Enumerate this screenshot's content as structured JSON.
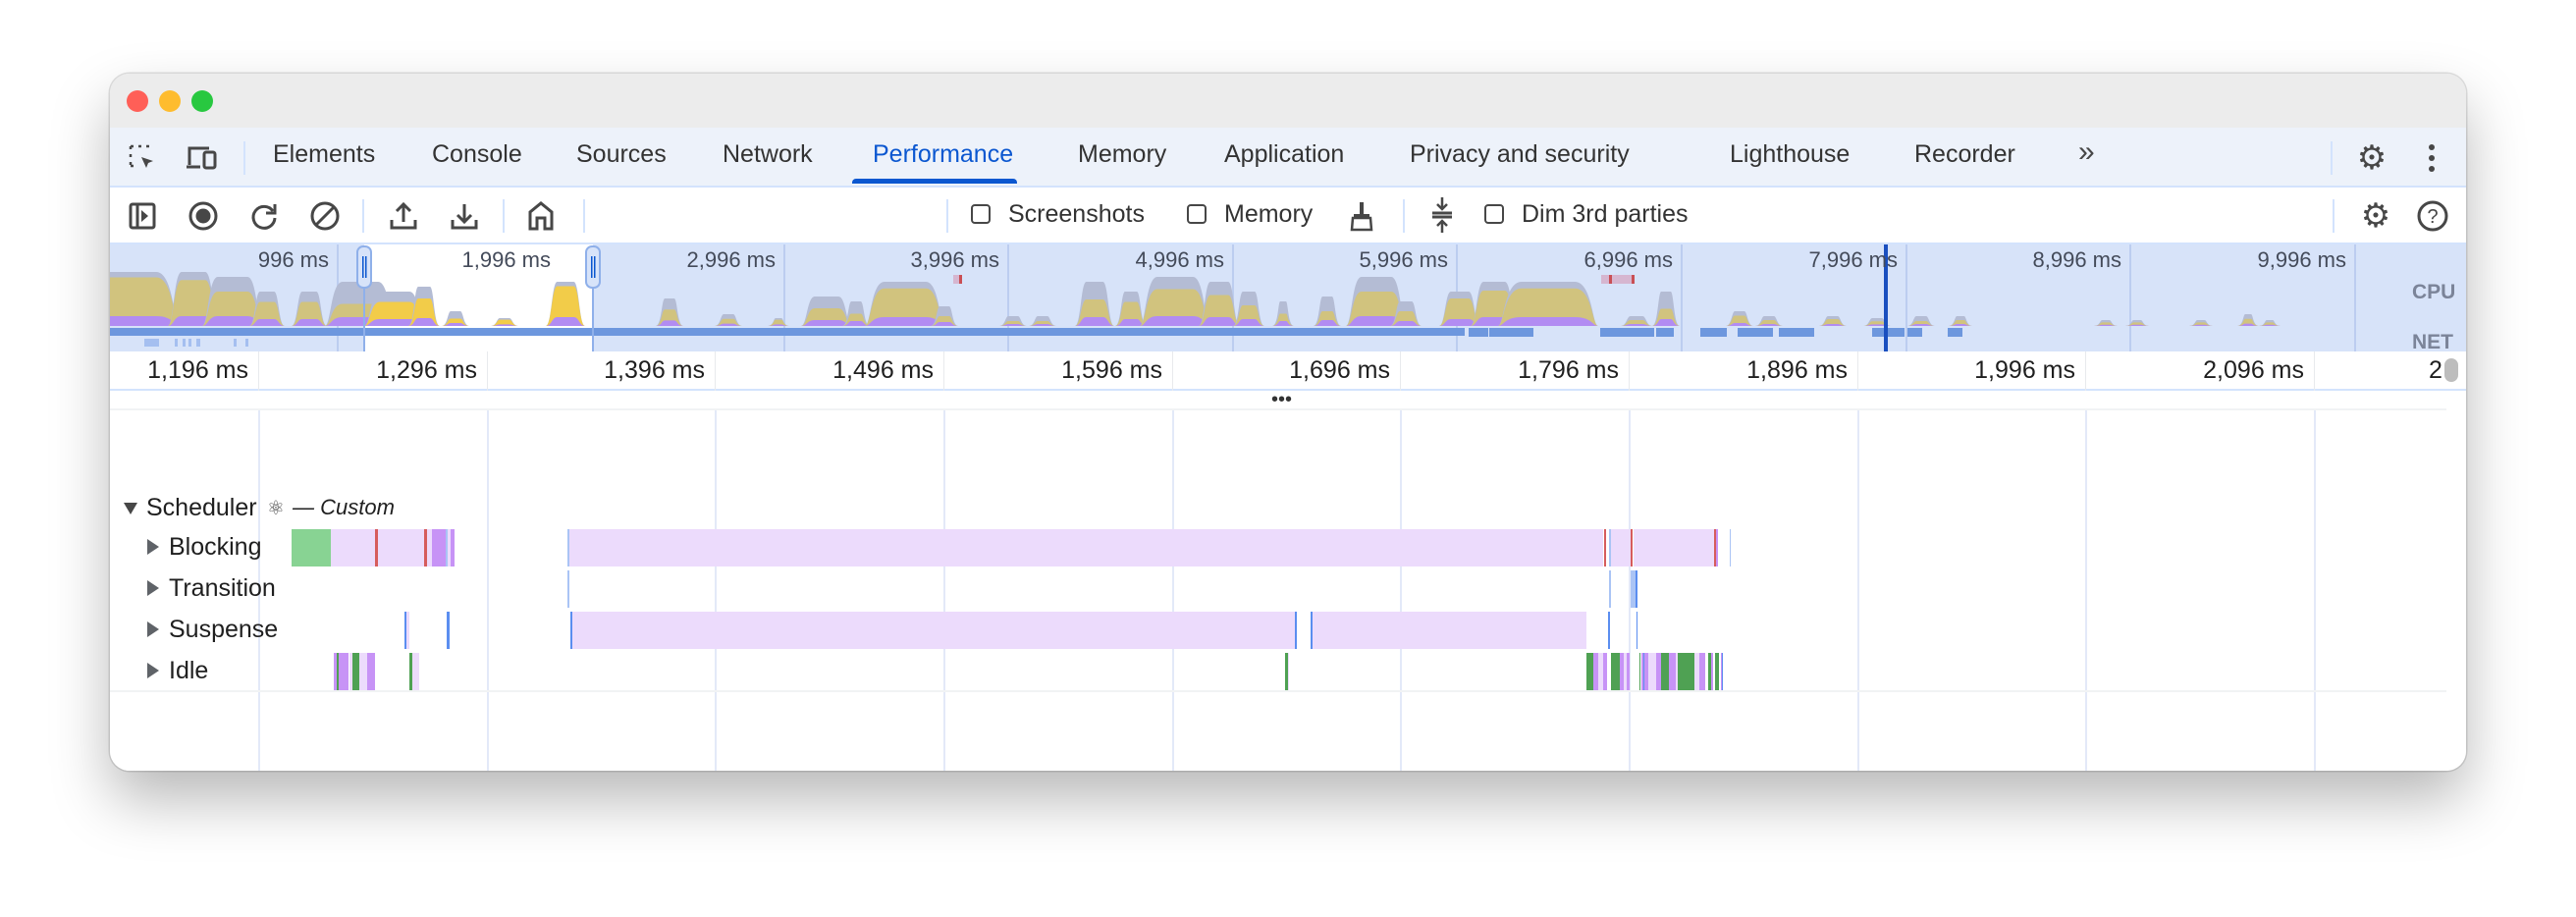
{
  "window": {
    "traffic_lights": {
      "close": "#ff5f57",
      "minimize": "#febc2e",
      "zoom": "#28c840"
    }
  },
  "tabbar": {
    "inspect_icon": "select-element-icon",
    "device_icon": "device-toolbar-icon",
    "tabs": [
      {
        "label": "Elements"
      },
      {
        "label": "Console"
      },
      {
        "label": "Sources"
      },
      {
        "label": "Network"
      },
      {
        "label": "Performance",
        "active": true
      },
      {
        "label": "Memory"
      },
      {
        "label": "Application"
      },
      {
        "label": "Privacy and security"
      },
      {
        "label": "Lighthouse"
      },
      {
        "label": "Recorder"
      }
    ],
    "more_tabs": "»",
    "accent": "#0b57d0"
  },
  "toolbar": {
    "screenshots_label": "Screenshots",
    "screenshots_checked": false,
    "memory_label": "Memory",
    "memory_checked": false,
    "dim_label": "Dim 3rd parties",
    "dim_checked": false
  },
  "overview": {
    "ticks": [
      "996 ms",
      "1,996 ms",
      "2,996 ms",
      "3,996 ms",
      "4,996 ms",
      "5,996 ms",
      "6,996 ms",
      "7,996 ms",
      "8,996 ms",
      "9,996 ms"
    ],
    "cpu_label": "CPU",
    "net_label": "NET"
  },
  "ruler": {
    "ticks": [
      "1,196 ms",
      "1,296 ms",
      "1,396 ms",
      "1,496 ms",
      "1,596 ms",
      "1,696 ms",
      "1,796 ms",
      "1,896 ms",
      "1,996 ms",
      "2,096 ms",
      "2"
    ]
  },
  "tracks": {
    "group_label": "Scheduler",
    "group_suffix": "— Custom",
    "rows": [
      {
        "label": "Blocking"
      },
      {
        "label": "Transition"
      },
      {
        "label": "Suspense"
      },
      {
        "label": "Idle"
      }
    ],
    "colors": {
      "light_purple": "#ecdbfc",
      "purple": "#c793f6",
      "green": "#4fa153",
      "light_green": "#88d393",
      "blue": "#5b8ef0",
      "light_blue": "#aac4f5",
      "red": "#d65c5c"
    }
  }
}
